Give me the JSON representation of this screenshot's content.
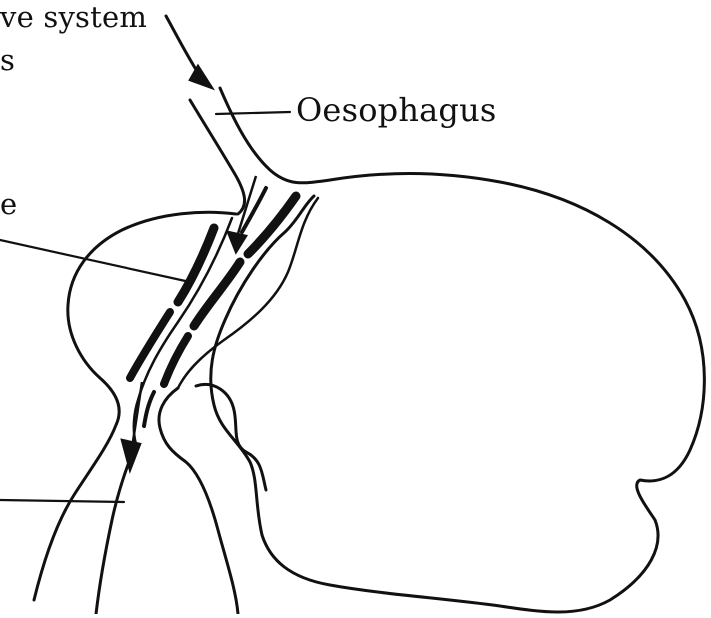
{
  "labels": {
    "top_cropped": "ve system",
    "second_cropped": "s",
    "mid_cropped": "e",
    "oesophagus": "Oesophagus"
  },
  "colors": {
    "ink": "#111111",
    "background": "#ffffff"
  }
}
